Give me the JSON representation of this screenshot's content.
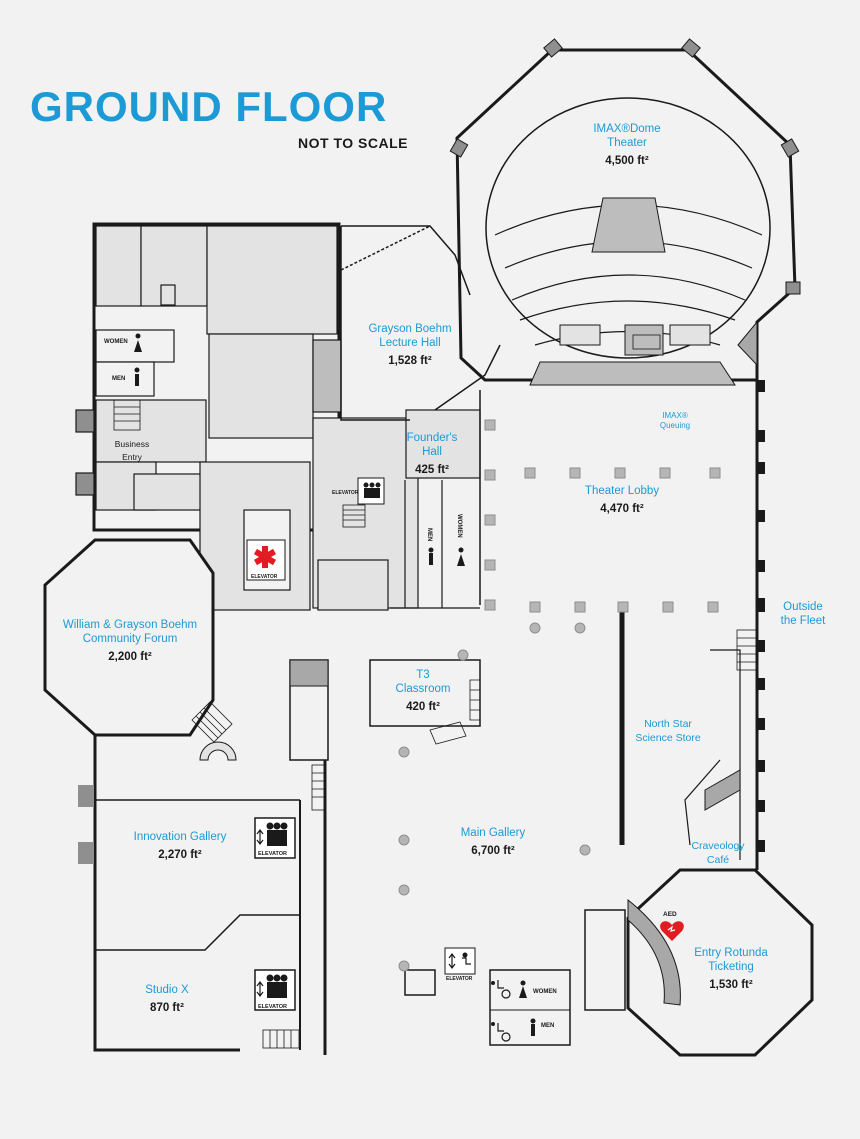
{
  "header": {
    "title": "GROUND FLOOR",
    "subtitle": "NOT TO SCALE"
  },
  "rooms": {
    "imax": {
      "name": "IMAX®Dome",
      "name2": "Theater",
      "area": "4,500 ft²"
    },
    "grayson": {
      "name": "Grayson Boehm",
      "name2": "Lecture Hall",
      "area": "1,528 ft²"
    },
    "founders": {
      "name": "Founder's",
      "name2": "Hall",
      "area": "425 ft²"
    },
    "queuing": {
      "name": "IMAX®",
      "name2": "Queuing"
    },
    "lobby": {
      "name": "Theater Lobby",
      "area": "4,470 ft²"
    },
    "forum": {
      "name": "William & Grayson Boehm",
      "name2": "Community Forum",
      "area": "2,200 ft²"
    },
    "t3": {
      "name": "T3",
      "name2": "Classroom",
      "area": "420 ft²"
    },
    "outside": {
      "name": "Outside",
      "name2": "the Fleet"
    },
    "store": {
      "name": "North Star",
      "name2": "Science Store"
    },
    "innovation": {
      "name": "Innovation Gallery",
      "area": "2,270 ft²"
    },
    "main": {
      "name": "Main Gallery",
      "area": "6,700 ft²"
    },
    "cafe": {
      "name": "Craveology",
      "name2": "Café"
    },
    "rotunda": {
      "name": "Entry Rotunda",
      "name2": "Ticketing",
      "area": "1,530 ft²"
    },
    "studio": {
      "name": "Studio X",
      "area": "870 ft²"
    }
  },
  "labels": {
    "business_entry_1": "Business",
    "business_entry_2": "Entry",
    "women": "WOMEN",
    "men": "MEN",
    "elevator": "ELEVATOR",
    "aed": "AED"
  },
  "colors": {
    "title": "#1b9ad6",
    "room_name": "#1b9ad6",
    "wall": "#1a1a1a",
    "shaded_room": "#e3e3e3",
    "floor": "#f2f2f2",
    "pillar": "#a8a8a8",
    "medical": "#e31b23"
  },
  "icons": [
    "women-restroom-icon",
    "men-restroom-icon",
    "elevator-icon",
    "medical-star-icon",
    "aed-heart-icon",
    "accessible-icon",
    "stairs-icon"
  ]
}
